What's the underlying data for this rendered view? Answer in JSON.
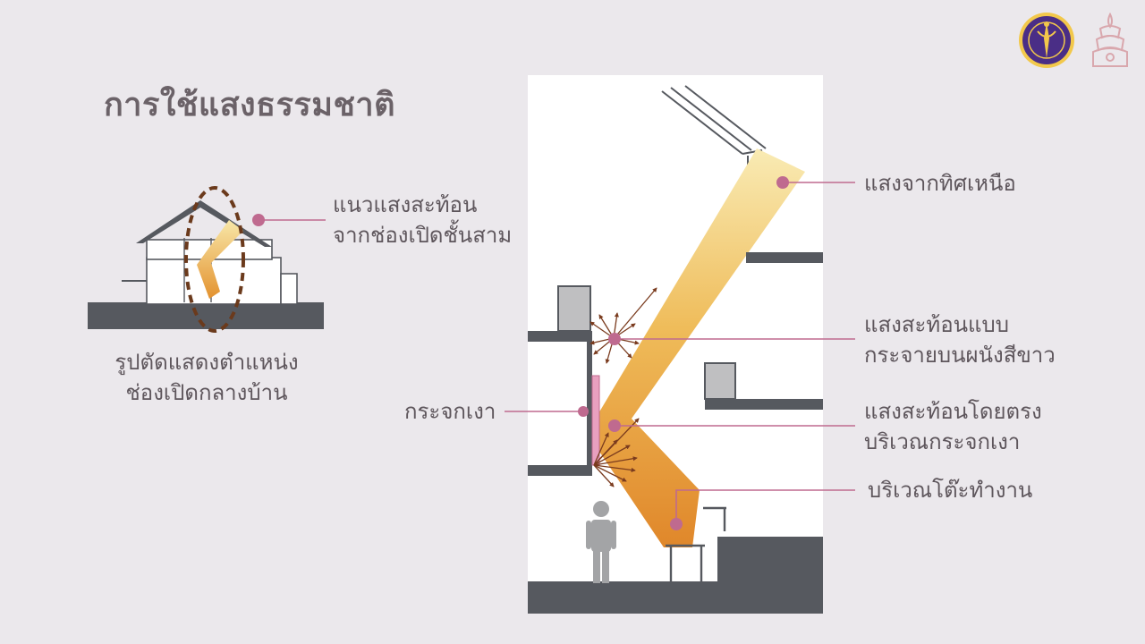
{
  "slide": {
    "title": "การใช้แสงธรรมชาติ"
  },
  "house_diagram": {
    "callout": [
      "แนวแสงสะท้อน",
      "จากช่องเปิดชั้นสาม"
    ],
    "caption": [
      "รูปตัดแสดงตำแหน่ง",
      "ช่องเปิดกลางบ้าน"
    ]
  },
  "section_diagram": {
    "labels": {
      "north_light": "แสงจากทิศเหนือ",
      "diffuse_reflection": [
        "แสงสะท้อนแบบ",
        "กระจายบนผนังสีขาว"
      ],
      "mirror": "กระจกเงา",
      "direct_reflection": [
        "แสงสะท้อนโดยตรง",
        "บริเวณกระจกเงา"
      ],
      "desk_area": "บริเวณโต๊ะทำงาน"
    }
  },
  "colors": {
    "background": "#ebe8ec",
    "marker": "#bf6a8f",
    "beam_light": "#f7e6a6",
    "beam_dark": "#e08a2c",
    "ellipse": "#6b3a1c",
    "floor": "#56595f",
    "arrow": "#7a3b1e"
  },
  "icons": [
    "university-seal-icon",
    "chula-emblem-icon"
  ]
}
